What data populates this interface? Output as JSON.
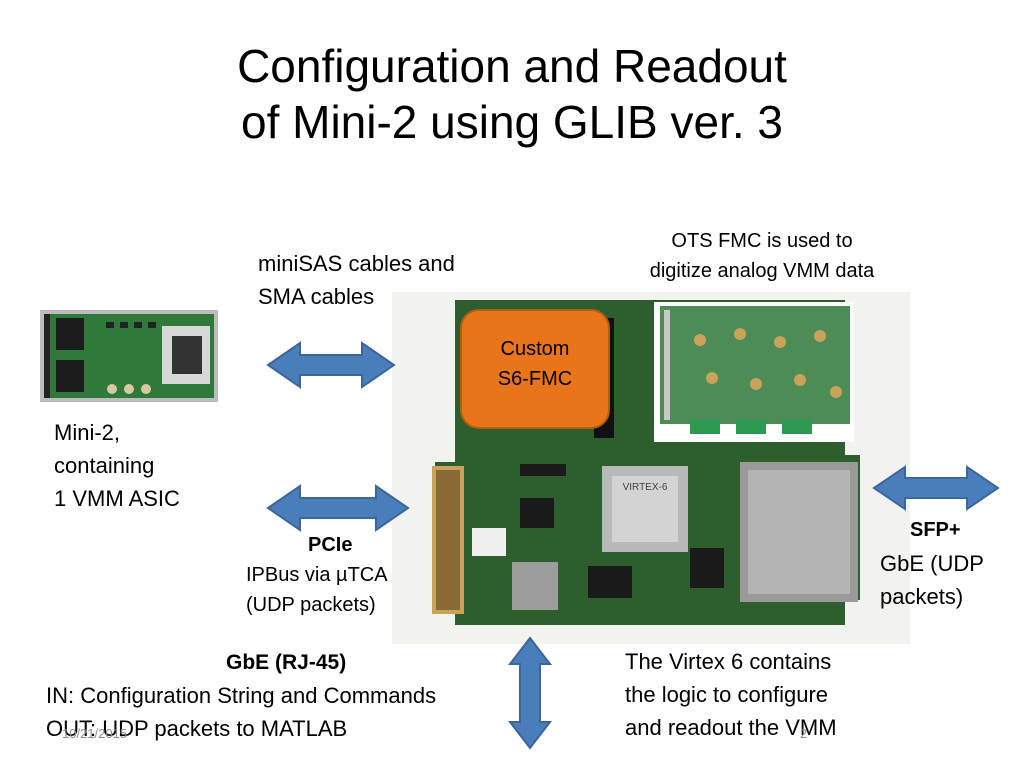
{
  "slide": {
    "title_line1": "Configuration and Readout",
    "title_line2": "of Mini-2 using GLIB ver. 3",
    "minisas_label": [
      "miniSAS cables and",
      "SMA cables"
    ],
    "ots_label": [
      "OTS FMC is used to",
      "digitize analog VMM data"
    ],
    "custom_fmc": [
      "Custom",
      "S6-FMC"
    ],
    "mini2_label": [
      "Mini-2,",
      "containing",
      "1 VMM ASIC"
    ],
    "pcie": {
      "heading": "PCIe",
      "lines": [
        "IPBus via µTCA",
        "(UDP packets)"
      ]
    },
    "sfp": {
      "heading": "SFP+",
      "lines": [
        "GbE (UDP",
        "packets)"
      ]
    },
    "gbe": {
      "heading": "GbE (RJ-45)",
      "lines": [
        "IN:  Configuration String and Commands",
        "OUT:  UDP packets to MATLAB"
      ]
    },
    "virtex": [
      "The Virtex 6 contains",
      "the logic to configure",
      "and readout the VMM"
    ],
    "chip_text": [
      "VIRTEX-6"
    ],
    "footer_date": "10/21/2015",
    "page_number": "2"
  },
  "colors": {
    "arrow": "#4a7ebb",
    "arrow_edge": "#3a669a",
    "fmc_box": "#e8751a",
    "board": "#2e5d2e"
  },
  "icons": [
    "double-arrow-horizontal-icon",
    "double-arrow-vertical-icon"
  ]
}
